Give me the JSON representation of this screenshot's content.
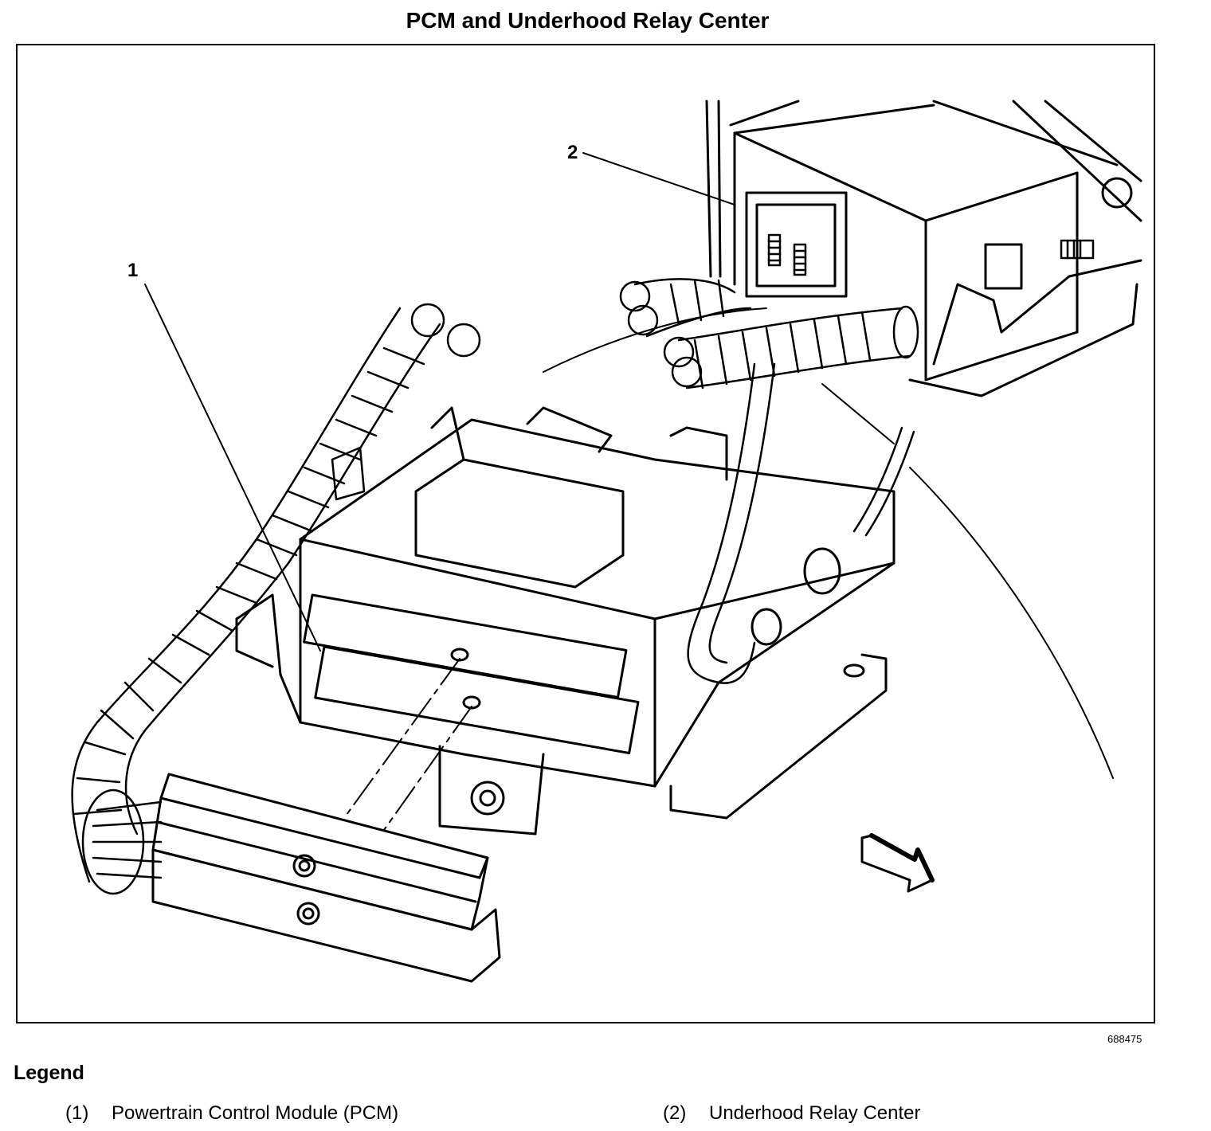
{
  "title": "PCM and Underhood Relay Center",
  "figure_number": "688475",
  "callouts": {
    "one": "1",
    "two": "2"
  },
  "legend": {
    "heading": "Legend",
    "items": [
      {
        "number": "(1)",
        "label": "Powertrain Control Module (PCM)"
      },
      {
        "number": "(2)",
        "label": "Underhood Relay Center"
      }
    ]
  }
}
